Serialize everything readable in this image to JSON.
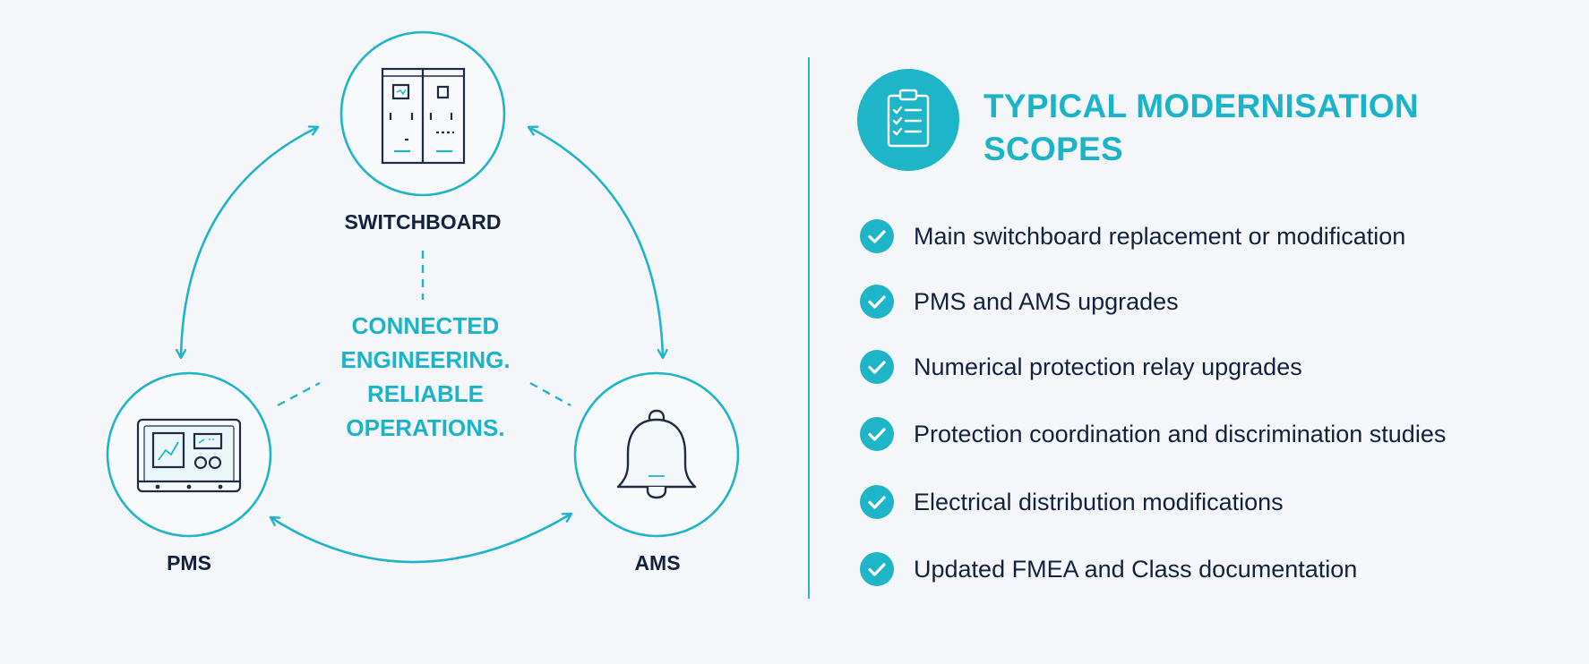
{
  "colors": {
    "accent": "#1fb5c8",
    "text_dark": "#14213d",
    "background": "#f4f6f9"
  },
  "diagram": {
    "nodes": [
      {
        "id": "switchboard",
        "label": "SWITCHBOARD",
        "icon": "switchboard-cabinet-icon"
      },
      {
        "id": "pms",
        "label": "PMS",
        "icon": "control-panel-monitor-icon"
      },
      {
        "id": "ams",
        "label": "AMS",
        "icon": "alarm-bell-icon"
      }
    ],
    "center_text": [
      "CONNECTED",
      "ENGINEERING.",
      "RELIABLE",
      "OPERATIONS."
    ]
  },
  "scopes": {
    "icon": "clipboard-checklist-icon",
    "title_lines": [
      "TYPICAL MODERNISATION",
      "SCOPES"
    ],
    "items": [
      "Main switchboard replacement or modification",
      "PMS and AMS upgrades",
      "Numerical protection relay upgrades",
      "Protection coordination and discrimination studies",
      "Electrical distribution modifications",
      "Updated FMEA and Class documentation"
    ]
  }
}
